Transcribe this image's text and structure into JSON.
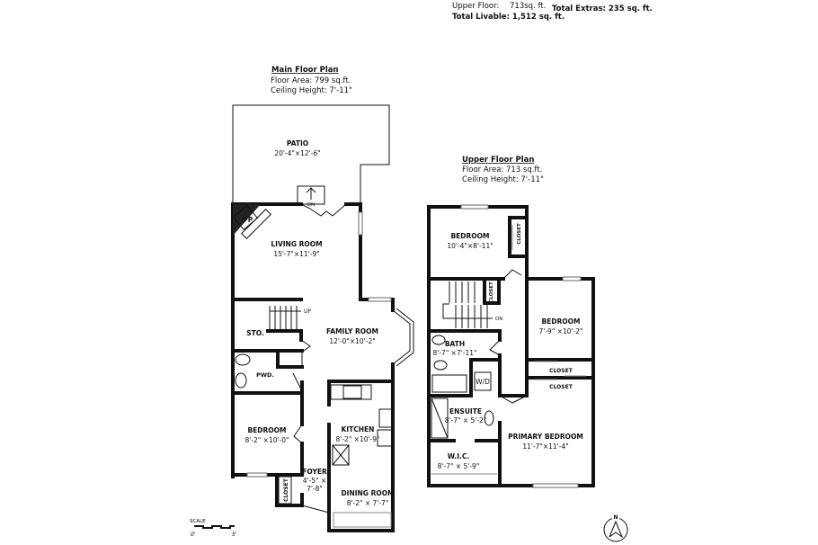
{
  "totals": {
    "upper_floor_label": "Upper Floor:",
    "upper_floor_value": "713sq. ft.",
    "total_livable": "Total Livable: 1,512 sq. ft.",
    "total_extras": "Total Extras: 235 sq. ft."
  },
  "main_floor": {
    "title": "Main Floor Plan",
    "floor_area": "Floor Area: 799 sq.ft.",
    "ceiling_height": "Ceiling Height: 7'-11\"",
    "rooms": {
      "patio": {
        "name": "PATIO",
        "dims": "20'-4\"×12'-6\""
      },
      "living": {
        "name": "LIVING ROOM",
        "dims": "15'-7\"×11'-9\""
      },
      "family": {
        "name": "FAMILY ROOM",
        "dims": "12'-0\"×10'-2\""
      },
      "sto": {
        "name": "STO."
      },
      "pwd": {
        "name": "PWD."
      },
      "bedroom": {
        "name": "BEDROOM",
        "dims": "8'-2\" ×10'-0\""
      },
      "kitchen": {
        "name": "KITCHEN",
        "dims": "8'-2\" ×10'-9\""
      },
      "foyer": {
        "name": "FOYER",
        "dims1": "4'-5\" ×",
        "dims2": "7'-8\""
      },
      "dining": {
        "name": "DINING ROOM",
        "dims": "8'-2\" × 7'-7\""
      },
      "closet": {
        "name": "CLOSET"
      }
    },
    "marks": {
      "fp": "FP",
      "dn": "DN",
      "up": "UP"
    }
  },
  "upper_floor": {
    "title": "Upper Floor Plan",
    "floor_area": "Floor Area: 713 sq.ft.",
    "ceiling_height": "Ceiling Height: 7'-11\"",
    "rooms": {
      "bedroom1": {
        "name": "BEDROOM",
        "dims": "10'-4\"×8'-11\""
      },
      "closet1": {
        "name": "CLOSET"
      },
      "closet2": {
        "name": "CLOSET"
      },
      "bedroom2": {
        "name": "BEDROOM",
        "dims": "7'-9\" ×10'-2\""
      },
      "closet3": {
        "name": "CLOSET"
      },
      "closet4": {
        "name": "CLOSET"
      },
      "bath": {
        "name": "BATH",
        "dims": "8'-7\" ×7'-11\""
      },
      "wd": {
        "name": "W/D"
      },
      "ensuite": {
        "name": "ENSUITE",
        "dims": "8'-7\" × 5'-2\""
      },
      "wic": {
        "name": "W.I.C.",
        "dims": "8'-7\" × 5'-9\""
      },
      "primary": {
        "name": "PRIMARY BEDROOM",
        "dims": "11'-7\"×11'-4\""
      }
    },
    "marks": {
      "dn": "DN"
    }
  },
  "scale": {
    "label": "SCALE",
    "min": "0'",
    "max": "5'"
  },
  "compass": {
    "label": "N",
    "icon": "north-arrow-icon"
  }
}
